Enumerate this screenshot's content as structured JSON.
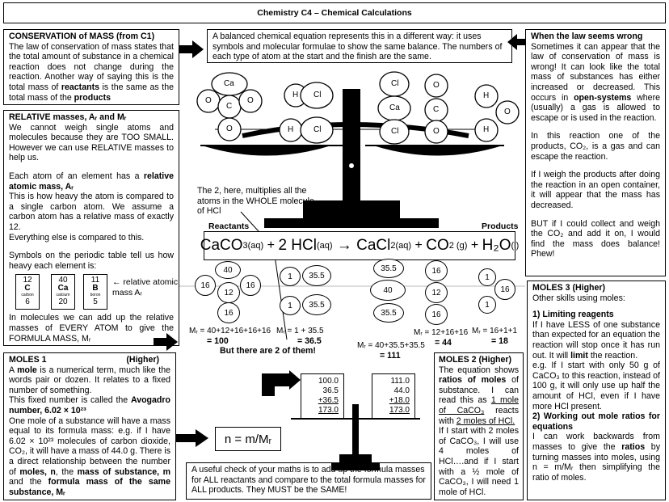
{
  "title": "Chemistry C4 – Chemical Calculations",
  "conservation": {
    "heading": "CONSERVATION of MASS (from C1)",
    "text": "The law of conservation of mass states that the total amount of substance in a chemical reaction does not change during the reaction. Another way of saying this is the total mass of ",
    "reactants": "reactants",
    "mid": " is the same as the total mass of the ",
    "products": "products"
  },
  "balanced_note": "A balanced chemical equation represents this in a different way: it uses symbols and molecular formulae to show the same balance. The numbers of each type of atom at the start and the finish are the same.",
  "law_wrong": {
    "heading": "When the law seems wrong",
    "p1a": "Sometimes it can appear that the law of conservation of mass is wrong! It can look like the total mass of substances has either increased or decreased. This occurs in ",
    "p1b": "open-systems",
    "p1c": " where (usually) a gas is allowed to escape or is used in the reaction.",
    "p2": "In this reaction one of the products, CO₂, is a gas and can escape the reaction.",
    "p3": "If I weigh the products after doing the reaction in an open container, it will appear that the mass has decreased.",
    "p4": "BUT if I could collect and weigh the CO₂ and add it on, I would find the mass does balance! Phew!"
  },
  "relative": {
    "heading": "RELATIVE masses, Aᵣ and Mᵣ",
    "p1": "We cannot weigh single atoms and molecules because they are TOO SMALL. However we can use RELATIVE masses to help us.",
    "p2a": "Each atom of an element has a ",
    "p2b": "relative atomic mass, Aᵣ",
    "p3": "This is how heavy the atom is compared to a single carbon atom. We assume a carbon atom has a relative mass of exactly 12.",
    "p4": "Everything else is compared to this.",
    "p5": "Symbols on the periodic table tell us how heavy each element is:",
    "elements": [
      {
        "mass": "12",
        "symbol": "C",
        "name": "carbon",
        "number": "6"
      },
      {
        "mass": "40",
        "symbol": "Ca",
        "name": "calcium",
        "number": "20"
      },
      {
        "mass": "11",
        "symbol": "B",
        "name": "boron",
        "number": "5"
      }
    ],
    "arrow_label": "← relative atomic mass Aᵣ",
    "p6": "In molecules we can add up the relative masses of EVERY ATOM to give the FORMULA MASS, Mᵣ"
  },
  "balance_atoms": {
    "left_pan": [
      "Ca",
      "O",
      "C",
      "O",
      "O",
      "H",
      "Cl",
      "H",
      "Cl"
    ],
    "right_pan": [
      "Cl",
      "Ca",
      "Cl",
      "O",
      "C",
      "O",
      "H",
      "O",
      "H"
    ]
  },
  "hcl_note": "The 2, here, multiplies all the atoms in the WHOLE molecule of HCl",
  "reactants_label": "Reactants",
  "products_label": "Products",
  "equation": {
    "caco3": "CaCO",
    "caco3_sub": "3(aq)",
    "plus1": " + ",
    "hcl": "2 HCl",
    "hcl_sub": "(aq)",
    "arrow": " → ",
    "cacl2": "CaCl",
    "cacl2_sub": "2(aq)",
    "plus2": " + ",
    "co2": "CO",
    "co2_sub": "2 (g)",
    "plus3": " + ",
    "h2o": "H₂O",
    "h2o_sub": "(l)"
  },
  "mass_circles": {
    "caco3": [
      "40",
      "16",
      "12",
      "16",
      "16"
    ],
    "hcl": [
      "1",
      "35.5",
      "1",
      "35.5"
    ],
    "cacl2": [
      "35.5",
      "40",
      "35.5"
    ],
    "co2": [
      "16",
      "12",
      "16"
    ],
    "h2o": [
      "1",
      "16",
      "1"
    ]
  },
  "calcs": {
    "caco3": "Mᵣ = 40+12+16+16+16",
    "caco3_result": "= 100",
    "hcl": "Mᵣ = 1 + 35.5",
    "hcl_result": "= 36.5",
    "two_of_them": "But there are 2 of them!",
    "cacl2": "Mᵣ = 40+35.5+35.5",
    "cacl2_result": "= 111",
    "co2": "Mᵣ = 12+16+16",
    "co2_result": "= 44",
    "h2o": "Mᵣ = 16+1+1",
    "h2o_result": "= 18"
  },
  "moles1": {
    "heading": "MOLES 1",
    "tag": "(Higher)",
    "p1a": "A ",
    "p1b": "mole",
    "p1c": " is a numerical term, much like the words pair or dozen. It relates to a fixed number of something.",
    "p2a": "This fixed number is called the ",
    "p2b": "Avogadro number, 6.02 × 10²³",
    "p3": "One mole of a substance will have a mass equal to its formula mass: e.g. if I have 6.02 × 10²³ molecules of carbon dioxide, CO₂, it will have a mass of 44.0 g. There is a direct relationship between the number of ",
    "moles": "moles, n",
    "p3b": ", the ",
    "mass": "mass of substance, m",
    "p3c": " and the ",
    "formula": "formula mass of the same substance, Mᵣ"
  },
  "formula_nmm": "n = m/Mᵣ",
  "scale2": {
    "left": [
      "100.0",
      "36.5",
      "+36.5",
      "173.0"
    ],
    "right": [
      "111.0",
      "44.0",
      "+18.0",
      "173.0"
    ]
  },
  "check_note": "A useful check of your maths is to add up the formula masses for ALL reactants and compare to the total formula masses for ALL products. They MUST be the SAME!",
  "moles2": {
    "heading": "MOLES 2 (Higher)",
    "p1a": "The equation shows ",
    "p1b": "ratios of moles",
    "p1c": " of substance. I can read this as ",
    "p1d": "1 mole of CaCO₃",
    "p1e": " reacts with ",
    "p1f": "2 moles of HCl.",
    "p2": "If I start with 2 moles of CaCO₃, I will use 4 moles of HCl….and if I start with a ½ mole of CaCO₃, I will need 1 mole of HCl."
  },
  "moles3": {
    "heading": "MOLES 3 (Higher)",
    "sub": "Other skills using moles:",
    "h1": "1)  Limiting reagents",
    "p1a": "If I have LESS of one substance than expected for an equation the reaction will stop once it has run out. It will ",
    "p1b": "limit",
    "p1c": " the reaction.",
    "p2": "e.g. If I start with only 50 g of CaCO₃ to this reaction, instead of 100 g, it will only use up half the amount of HCl, even if I have more HCl present.",
    "h2": "2) Working out mole ratios for equations",
    "p3a": "I can work backwards from masses to give the ",
    "p3b": "ratios",
    "p3c": " by turning masses into moles, using n = m/Mᵣ then simplifying the ratio of moles."
  }
}
